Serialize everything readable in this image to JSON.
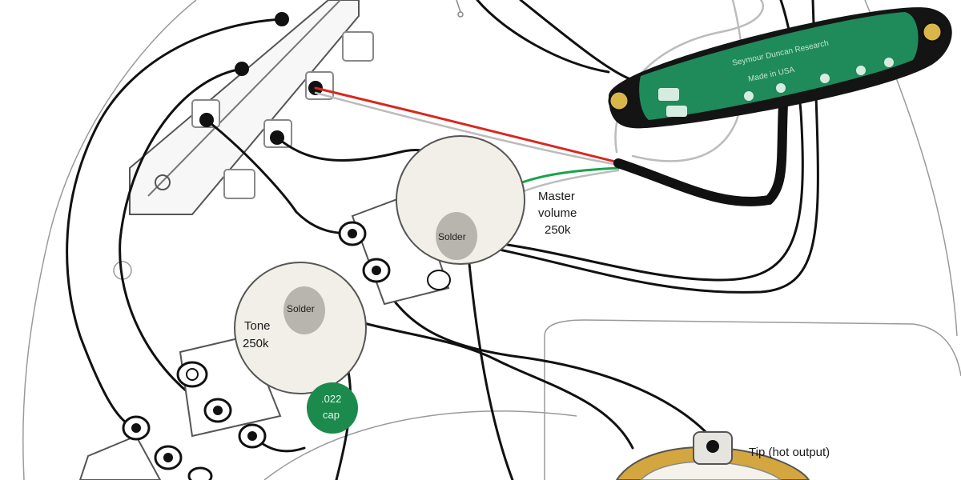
{
  "pickup": {
    "brand_line": "Seymour Duncan Research",
    "origin_line": "Made in USA",
    "pcb_color": "#1f8a5a",
    "body_color": "#141414",
    "screw_color": "#d9b64a"
  },
  "labels": {
    "master_volume": [
      "Master",
      "volume",
      "250k"
    ],
    "tone": [
      "Tone",
      "250k"
    ],
    "solder": "Solder",
    "capacitor": [
      ".022",
      "cap"
    ],
    "tip": "Tip (hot output)"
  },
  "colors": {
    "pot_fill": "#f1efe8",
    "solder_fill": "#b8b4ae",
    "cap_fill": "#1b8a4c",
    "wire_black": "#111111",
    "wire_red": "#d8271e",
    "wire_green": "#19a34a",
    "wire_white": "#bcbcbc",
    "jack_ring": "#d4a640"
  }
}
